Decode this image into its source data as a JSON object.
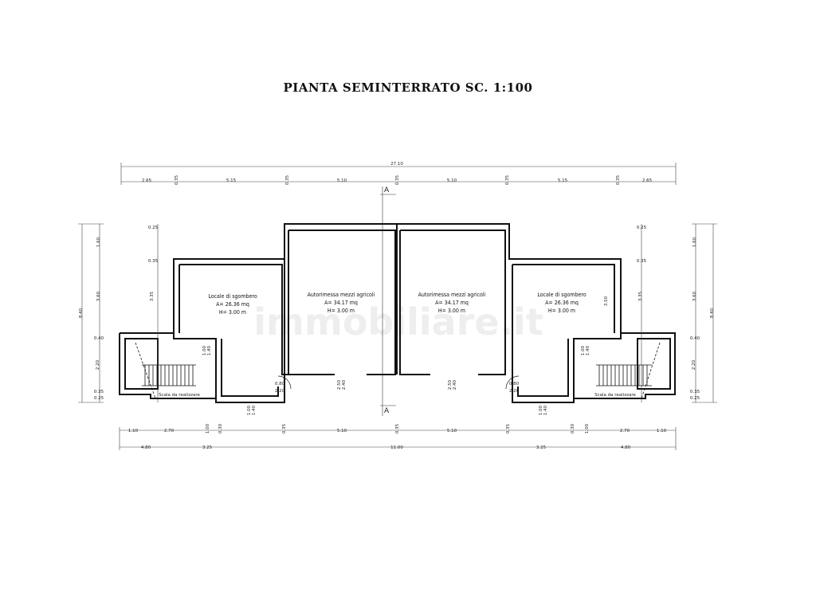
{
  "title": "PIANTA SEMINTERRATO SC.  1:100",
  "watermark": "immobiliare.it",
  "section_marker": "A",
  "rooms": {
    "left_storage": {
      "name": "Locale di sgombero",
      "area": "A= 26.36 mq",
      "height": "H= 3.00 m"
    },
    "left_garage": {
      "name": "Autorimessa mezzi agricoli",
      "area": "A= 34.17 mq",
      "height": "H= 3.00 m"
    },
    "right_garage": {
      "name": "Autorimessa mezzi agricoli",
      "area": "A= 34.17 mq",
      "height": "H= 3.00 m"
    },
    "right_storage": {
      "name": "Locale di sgombero",
      "area": "A= 26.36 mq",
      "height": "H= 3.00 m"
    }
  },
  "stairs_label": "Scala da realizzare",
  "dimensions": {
    "top_total": "27.10",
    "top_row": [
      "2.65",
      "0.35",
      "5.15",
      "0.35",
      "5.10",
      "0.35",
      "5.10",
      "0.35",
      "5.15",
      "0.35",
      "2.65"
    ],
    "bottom_row": [
      "1.10",
      "2.70",
      "1.00",
      "0.30",
      "0.35",
      "5.10",
      "0.35",
      "5.10",
      "0.35",
      "0.30",
      "1.00",
      "2.70",
      "1.10"
    ],
    "bottom_total_row": [
      "4.80",
      "3.25",
      "11.00",
      "3.25",
      "4.80"
    ],
    "left_outer": [
      "1.60",
      "3.60",
      "8.40"
    ],
    "left_inner": [
      "0.25",
      "0.35",
      "3.35",
      "0.40",
      "2.20",
      "0.35",
      "0.25"
    ],
    "right_inner": [
      "0.25",
      "0.35",
      "3.50",
      "3.35",
      "0.40",
      "2.20",
      "0.35",
      "0.25"
    ],
    "right_outer": [
      "1.60",
      "3.60",
      "8.40"
    ],
    "door_labels": [
      "0.80",
      "2.20",
      "2.50",
      "2.40",
      "1.00",
      "1.40"
    ]
  }
}
